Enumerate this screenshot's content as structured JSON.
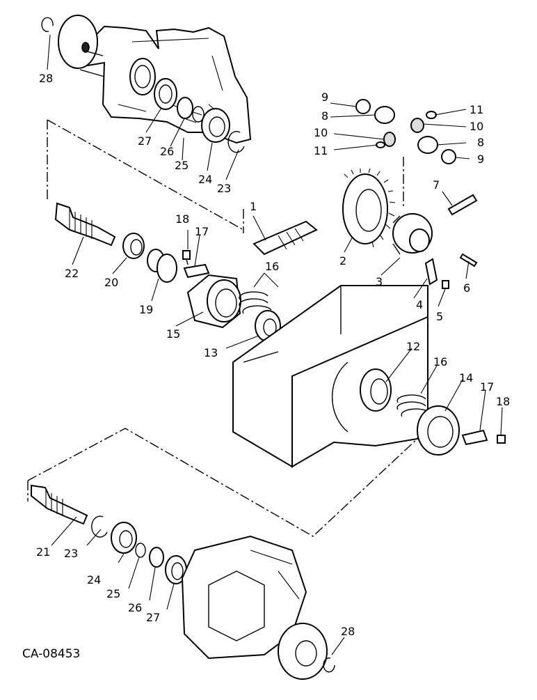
{
  "diagram": {
    "code": "CA-08453",
    "callouts": [
      "28",
      "27",
      "26",
      "25",
      "24",
      "23",
      "22",
      "20",
      "19",
      "18",
      "17",
      "16",
      "15",
      "13",
      "1",
      "2",
      "3",
      "4",
      "5",
      "6",
      "7",
      "8",
      "9",
      "10",
      "11",
      "12",
      "14",
      "21"
    ]
  }
}
